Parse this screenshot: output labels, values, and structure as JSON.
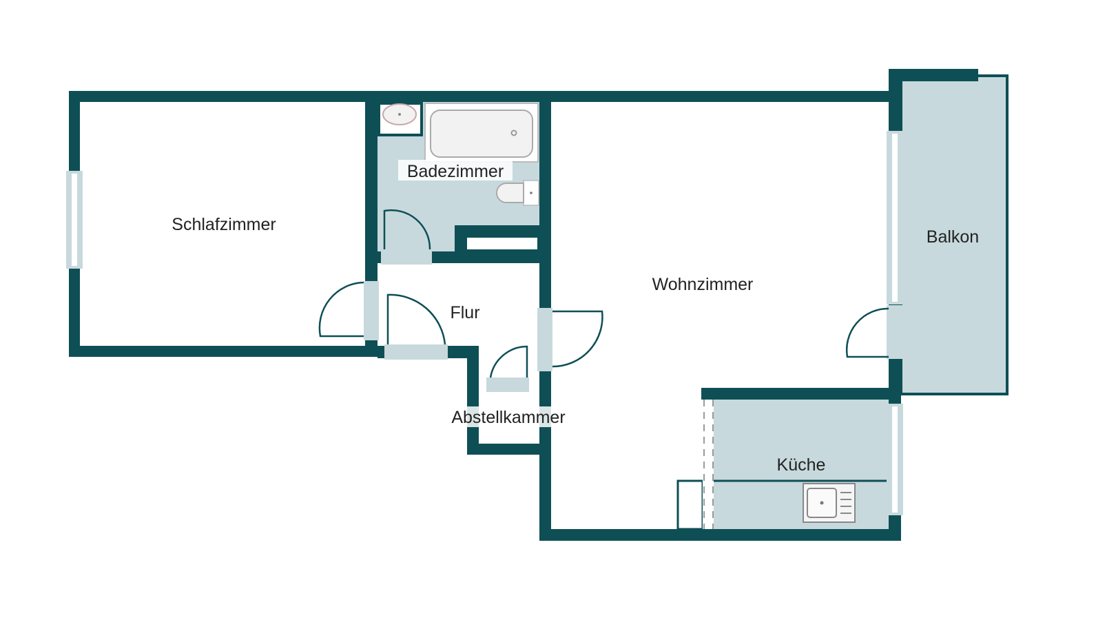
{
  "colors": {
    "wall": "#0e4f55",
    "floor": "#c7d9dd",
    "background": "#ffffff",
    "fixture": "#f2f2f2"
  },
  "rooms": {
    "schlafzimmer": "Schlafzimmer",
    "badezimmer": "Badezimmer",
    "flur": "Flur",
    "abstellkammer": "Abstellkammer",
    "wohnzimmer": "Wohnzimmer",
    "balkon": "Balkon",
    "kueche": "Küche"
  }
}
